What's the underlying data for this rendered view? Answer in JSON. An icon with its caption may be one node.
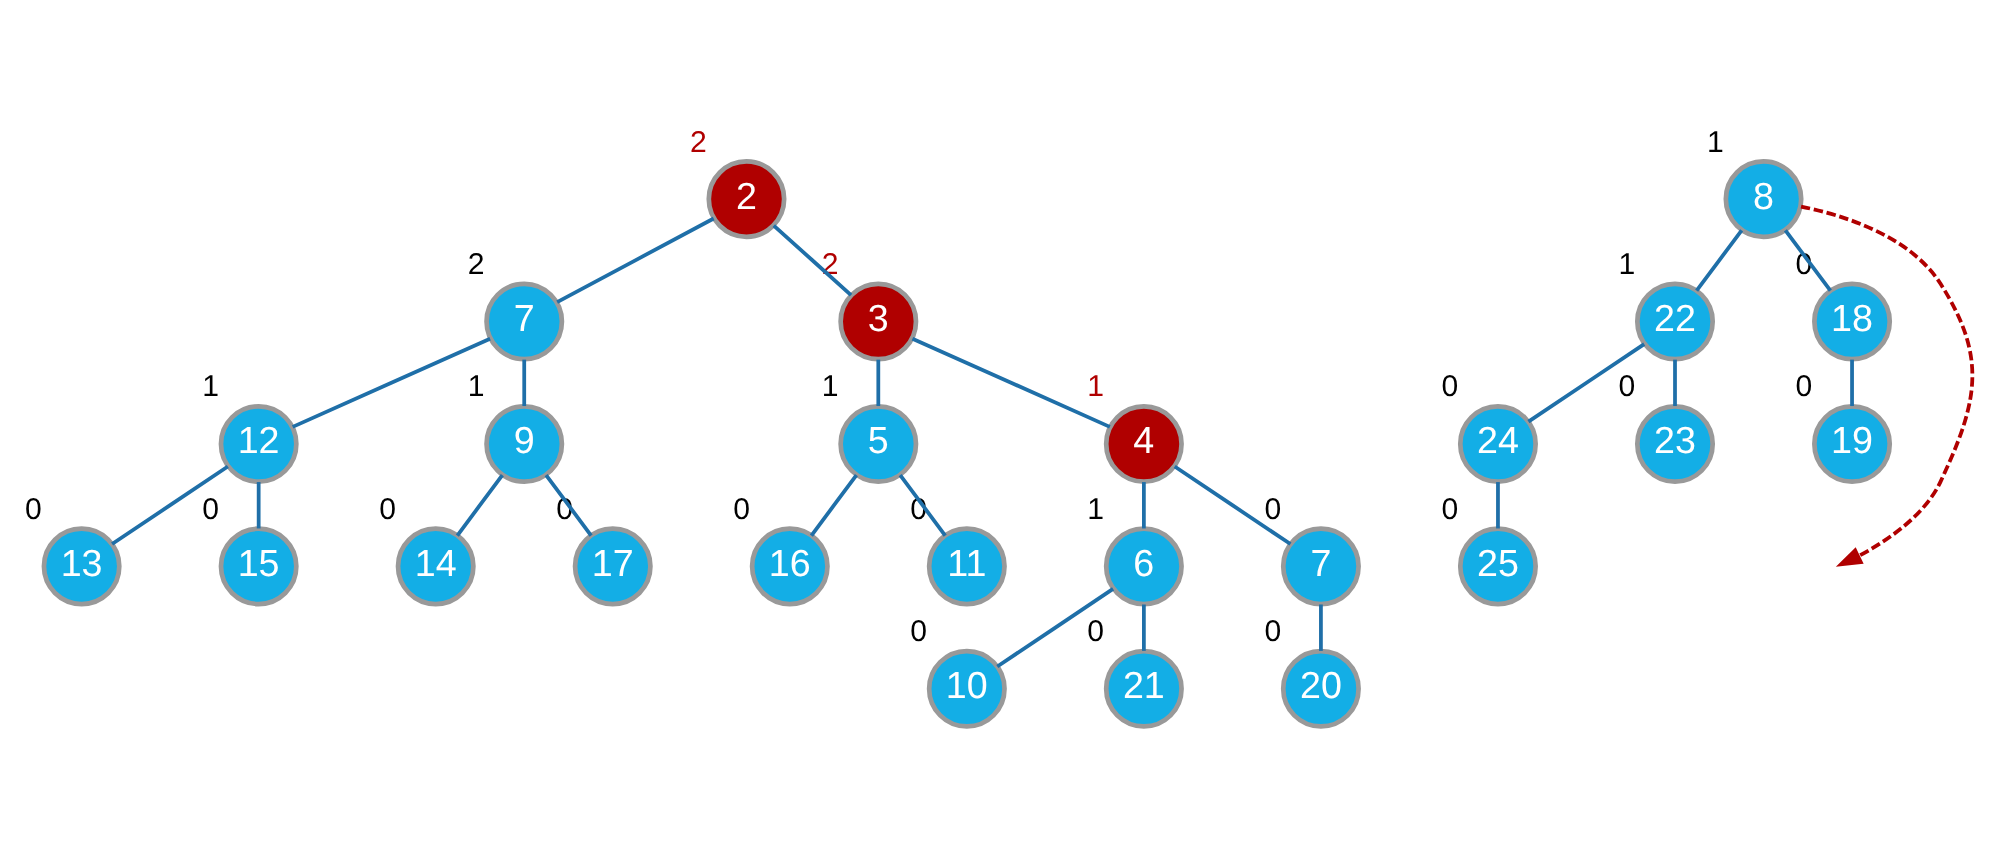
{
  "diagram": {
    "nodes": [
      {
        "text": [
          "2"
        ],
        "beside": [
          "2"
        ]
      },
      {
        "text": [
          "7"
        ],
        "beside": [
          "2"
        ]
      },
      {
        "text": [
          "3"
        ],
        "beside": [
          "2"
        ]
      },
      {
        "text": [
          "12"
        ],
        "beside": [
          "1"
        ]
      },
      {
        "text": [
          "9"
        ],
        "beside": [
          "1"
        ]
      },
      {
        "text": [
          "5"
        ],
        "beside": [
          "1"
        ]
      },
      {
        "text": [
          "4"
        ],
        "beside": [
          "1"
        ]
      },
      {
        "text": [
          "13"
        ],
        "beside": [
          "0"
        ]
      },
      {
        "text": [
          "15"
        ],
        "beside": [
          "0"
        ]
      },
      {
        "text": [
          "14"
        ],
        "beside": [
          "0"
        ]
      },
      {
        "text": [
          "17"
        ],
        "beside": [
          "0"
        ]
      },
      {
        "text": [
          "16"
        ],
        "beside": [
          "0"
        ]
      },
      {
        "text": [
          "11"
        ],
        "beside": [
          "0"
        ]
      },
      {
        "text": [
          "6"
        ],
        "beside": [
          "1"
        ]
      },
      {
        "text": [
          "7"
        ],
        "beside": [
          "0"
        ]
      },
      {
        "text": [
          "10"
        ],
        "beside": [
          "0"
        ]
      },
      {
        "text": [
          "21"
        ],
        "beside": [
          "0"
        ]
      },
      {
        "text": [
          "20"
        ],
        "beside": [
          "0"
        ]
      },
      {
        "text": [
          "8"
        ],
        "beside": [
          "1"
        ]
      },
      {
        "text": [
          "22"
        ],
        "beside": [
          "1"
        ]
      },
      {
        "text": [
          "18"
        ],
        "beside": [
          "0"
        ]
      },
      {
        "text": [
          "24"
        ],
        "beside": [
          "0"
        ]
      },
      {
        "text": [
          "23"
        ],
        "beside": [
          "0"
        ]
      },
      {
        "text": [
          "19"
        ],
        "beside": [
          "0"
        ]
      },
      {
        "text": [
          "25"
        ],
        "beside": [
          "0"
        ]
      }
    ],
    "edges": [
      {
        "from": 0,
        "to": 1,
        "arrow": "none"
      },
      {
        "from": 0,
        "to": 2,
        "arrow": "none"
      },
      {
        "from": 1,
        "to": 3,
        "arrow": "none"
      },
      {
        "from": 1,
        "to": 4,
        "arrow": "none"
      },
      {
        "from": 2,
        "to": 5,
        "arrow": "none"
      },
      {
        "from": 2,
        "to": 6,
        "arrow": "none"
      },
      {
        "from": 3,
        "to": 7,
        "arrow": "none"
      },
      {
        "from": 3,
        "to": 8,
        "arrow": "none"
      },
      {
        "from": 4,
        "to": 9,
        "arrow": "none"
      },
      {
        "from": 4,
        "to": 10,
        "arrow": "none"
      },
      {
        "from": 5,
        "to": 11,
        "arrow": "none"
      },
      {
        "from": 5,
        "to": 12,
        "arrow": "none"
      },
      {
        "from": 6,
        "to": 13,
        "arrow": "none"
      },
      {
        "from": 6,
        "to": 14,
        "arrow": "none"
      },
      {
        "from": 13,
        "to": 15,
        "arrow": "none"
      },
      {
        "from": 13,
        "to": 16,
        "arrow": "none"
      },
      {
        "from": 14,
        "to": 17,
        "arrow": "none"
      },
      {
        "from": 18,
        "to": 19,
        "arrow": "none"
      },
      {
        "from": 18,
        "to": 20,
        "arrow": "none"
      },
      {
        "from": 19,
        "to": 21,
        "arrow": "none"
      },
      {
        "from": 19,
        "to": 22,
        "arrow": "none"
      },
      {
        "from": 20,
        "to": 23,
        "arrow": "none"
      },
      {
        "from": 21,
        "to": 24,
        "arrow": "none"
      },
      {
        "from": 18,
        "to": null,
        "arrow": "to",
        "style": "dashed",
        "color": "#b00000"
      }
    ]
  }
}
